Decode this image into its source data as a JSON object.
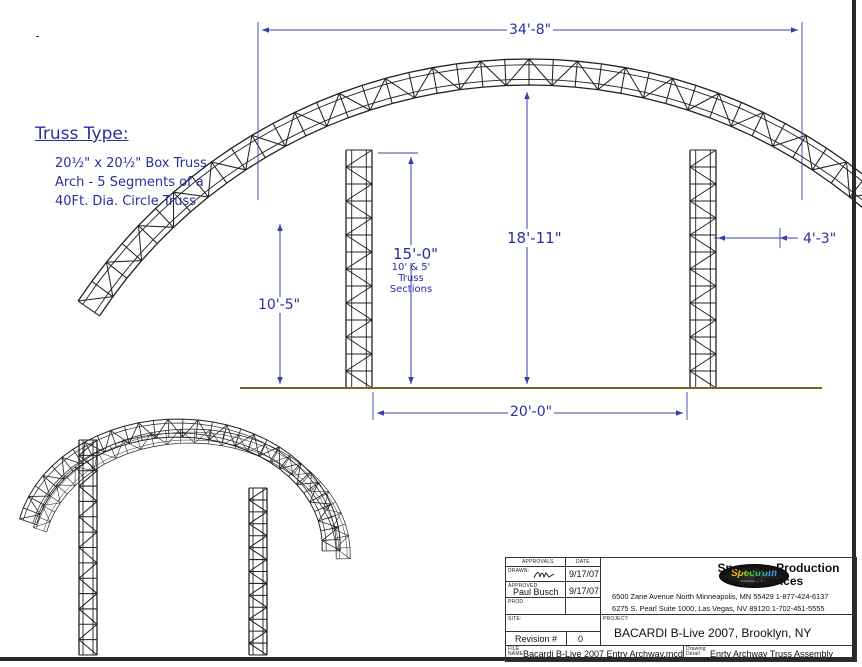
{
  "dimensions": {
    "overall_width": "34'-8\"",
    "base_span": "20'-0\"",
    "left_height": "10'-5\"",
    "column_height": "15'-0\"",
    "column_note": [
      "10' & 5'",
      "Truss",
      "Sections"
    ],
    "center_height": "18'-11\"",
    "overhang": "4'-3\""
  },
  "truss_type": {
    "title": "Truss Type:",
    "lines": [
      "20½\" x 20½\"  Box Truss",
      "Arch - 5 Segments of a",
      "40Ft. Dia. Circle Truss"
    ]
  },
  "title_block": {
    "approvals_label": "APPROVALS",
    "date_label": "DATE",
    "drawn_label": "DRAWN:",
    "drawn_date": "9/17/07",
    "approved_label": "APPROVED:",
    "approved_by": "Paul Busch",
    "approved_date": "9/17/07",
    "prod_label": "PROD.",
    "site_label": "SITE:",
    "revision_label": "Revision #",
    "revision_value": "0",
    "file_label": "FILE NAME",
    "file_name": "Bacardi B-Live 2007 Entry Archway.mcd",
    "logo_text": "Spectrum",
    "logo_sub": "Production Services",
    "company_name": "Spectrum Production Services",
    "address_1": "6500 Zane Avenue North   Minneapolis, MN  55429    1-877-424-6137",
    "address_2": "6275 S. Pearl  Suite 1000, Las Vegas, NV  89120    1-702-451-5555",
    "project_label": "PROJECT:",
    "project_name": "BACARDI B-Live 2007, Brooklyn, NY",
    "drawing_detail_label": "Drawing Detail",
    "drawing_detail": "Enrty Archway Truss Assembly"
  },
  "colors": {
    "dimension_line": "#3a3fa8",
    "truss_line": "#222222",
    "ground": "#8b5a2b"
  }
}
